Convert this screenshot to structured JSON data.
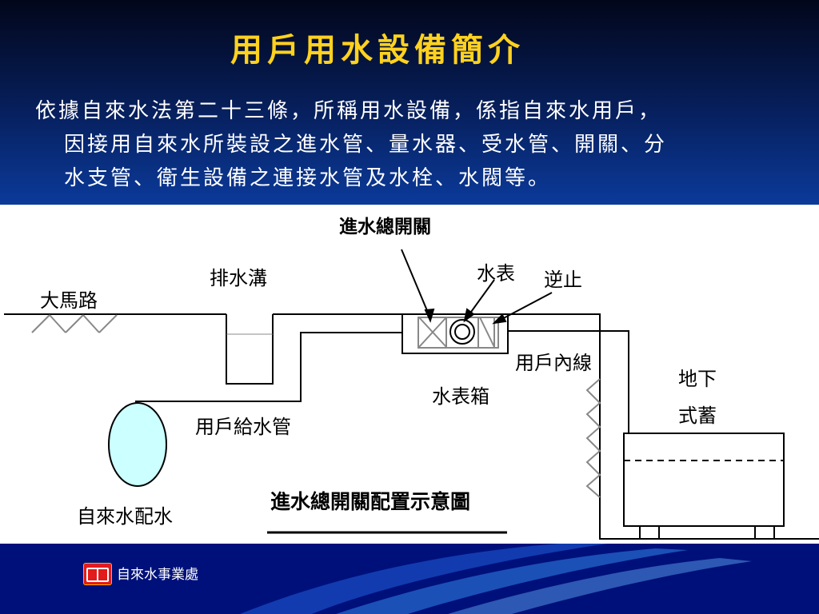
{
  "title": "用戶用水設備簡介",
  "intro": {
    "line1": "依據自來水法第二十三條，所稱用水設備，係指自來水用戶，",
    "line2": "因接用自來水所裝設之進水管、量水器、受水管、開關、分",
    "line3": "水支管、衛生設備之連接水管及水栓、水閥等。"
  },
  "diagram": {
    "labels": {
      "main_switch": "進水總開關",
      "road": "大馬路",
      "drain": "排水溝",
      "meter": "水表",
      "check_valve": "逆止",
      "inner_line": "用戶內線",
      "meter_box": "水表箱",
      "underground_1": "地下",
      "underground_2": "式蓄",
      "supply_pipe": "用戶給水管",
      "water_main": "自來水配水",
      "caption": "進水總開關配置示意圖"
    }
  },
  "footer": {
    "org": "自來水事業處",
    "logo_icon": "book-icon"
  }
}
